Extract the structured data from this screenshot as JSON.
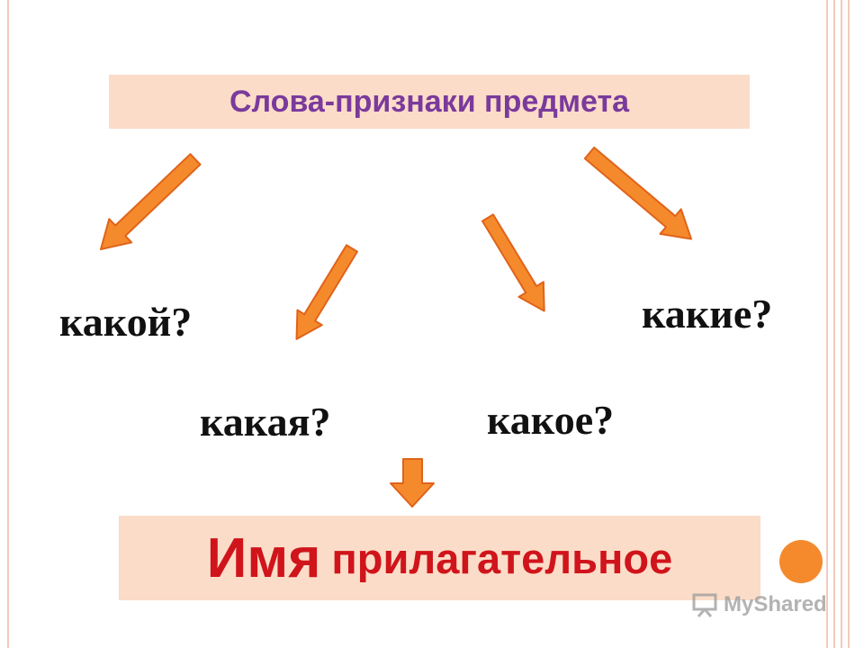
{
  "title": "Слова-признаки предмета",
  "questions": {
    "kakoy": "какой?",
    "kakaya": "какая?",
    "kakoe": "какое?",
    "kakie": "какие?"
  },
  "result": {
    "big": "Имя",
    "small": "прилагательное"
  },
  "watermark": "MyShared",
  "colors": {
    "box_fill": "#fbdcc8",
    "title_text": "#7a3a9c",
    "result_text": "#d0141b",
    "arrow_fill": "#f58a2c",
    "arrow_stroke": "#e0631a"
  }
}
